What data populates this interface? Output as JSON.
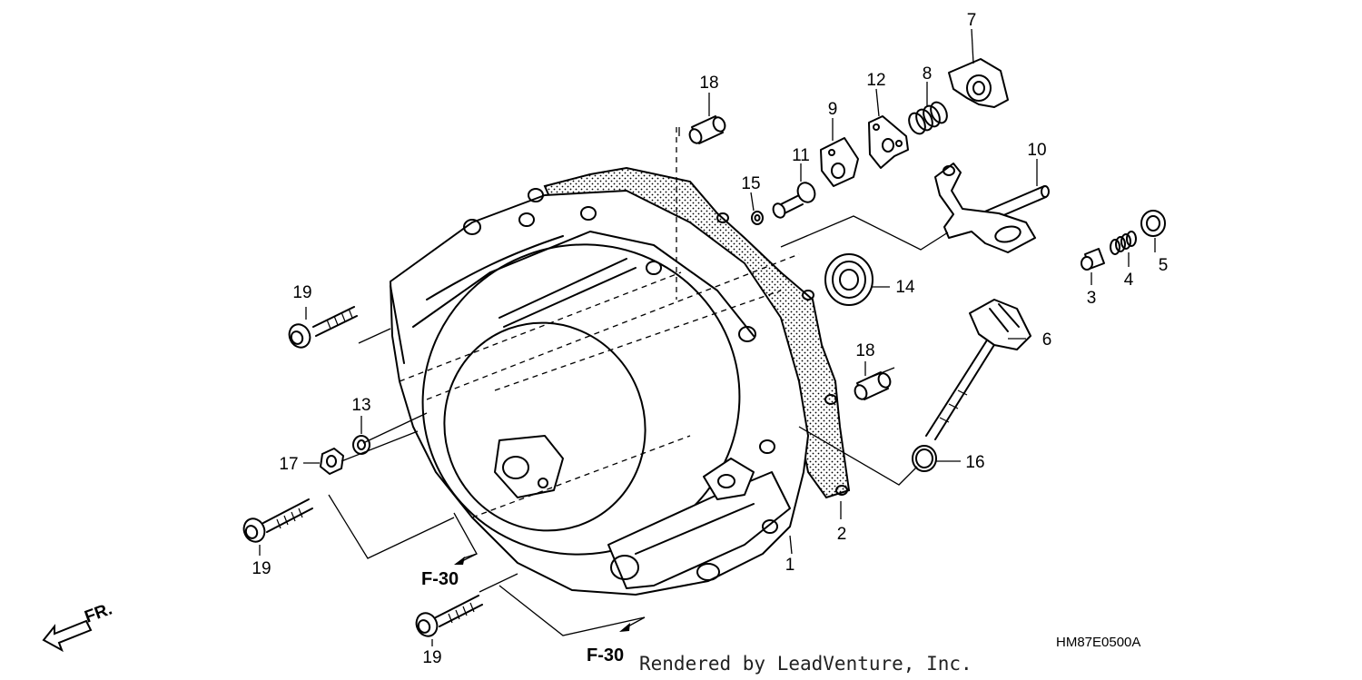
{
  "callouts": {
    "c1": "1",
    "c2": "2",
    "c3": "3",
    "c4": "4",
    "c5": "5",
    "c6": "6",
    "c7": "7",
    "c8": "8",
    "c9": "9",
    "c10": "10",
    "c11": "11",
    "c12": "12",
    "c13": "13",
    "c14": "14",
    "c15": "15",
    "c16": "16",
    "c17": "17",
    "c18a": "18",
    "c18b": "18",
    "c19a": "19",
    "c19b": "19",
    "c19c": "19"
  },
  "references": {
    "ref1": "F-30",
    "ref2": "F-30"
  },
  "direction_label": "FR.",
  "diagram_code": "HM87E0500A",
  "credit": "Rendered by LeadVenture, Inc."
}
